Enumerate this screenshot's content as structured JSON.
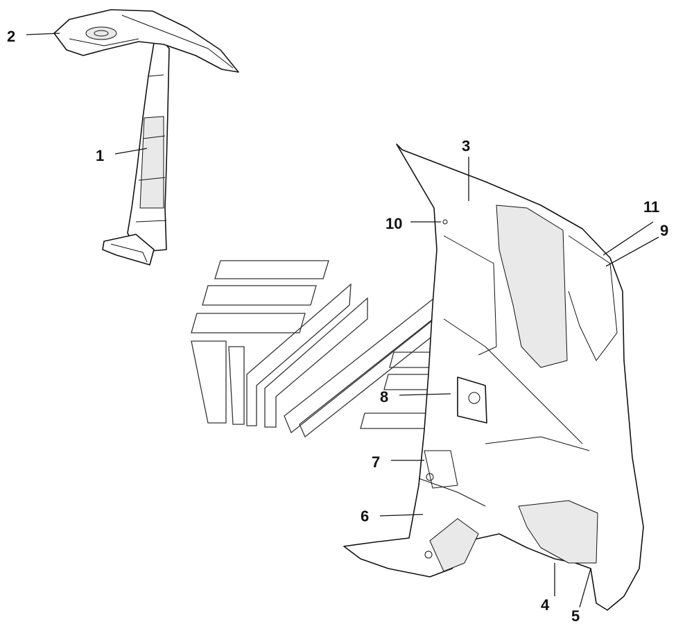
{
  "callouts": [
    "1",
    "2",
    "3",
    "4",
    "5",
    "6",
    "7",
    "8",
    "9",
    "10",
    "11"
  ],
  "watermark": {
    "style": "stacked chevron outline logo",
    "color": "#333333"
  },
  "colors": {
    "line": "#111111",
    "background": "#ffffff",
    "shade": "#e9e9e9"
  }
}
